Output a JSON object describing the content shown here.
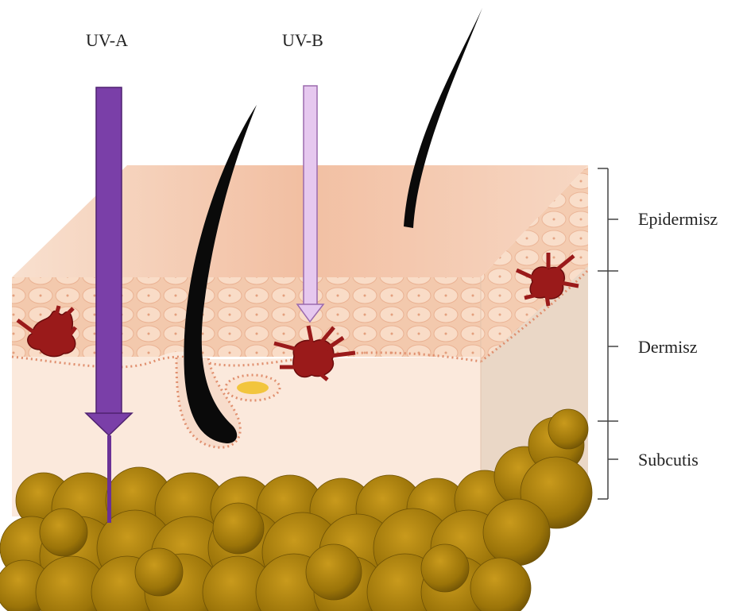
{
  "rays": {
    "uva": {
      "label": "UV-A",
      "color": "#7a3fa8"
    },
    "uvb": {
      "label": "UV-B",
      "color": "#e6c8ef"
    }
  },
  "layers": {
    "epidermis": "Epidermisz",
    "dermis": "Dermisz",
    "subcutis": "Subcutis"
  },
  "colors": {
    "skin_top": "#f6d2bd",
    "skin_cells": "#f3c6a8",
    "dermis": "#fbe9dc",
    "side_face": "#ead7c6",
    "fat": "#b58a10",
    "melanocyte": "#9a1a1a",
    "hair": "#0a0a0a",
    "gland": "#f2c53d"
  }
}
